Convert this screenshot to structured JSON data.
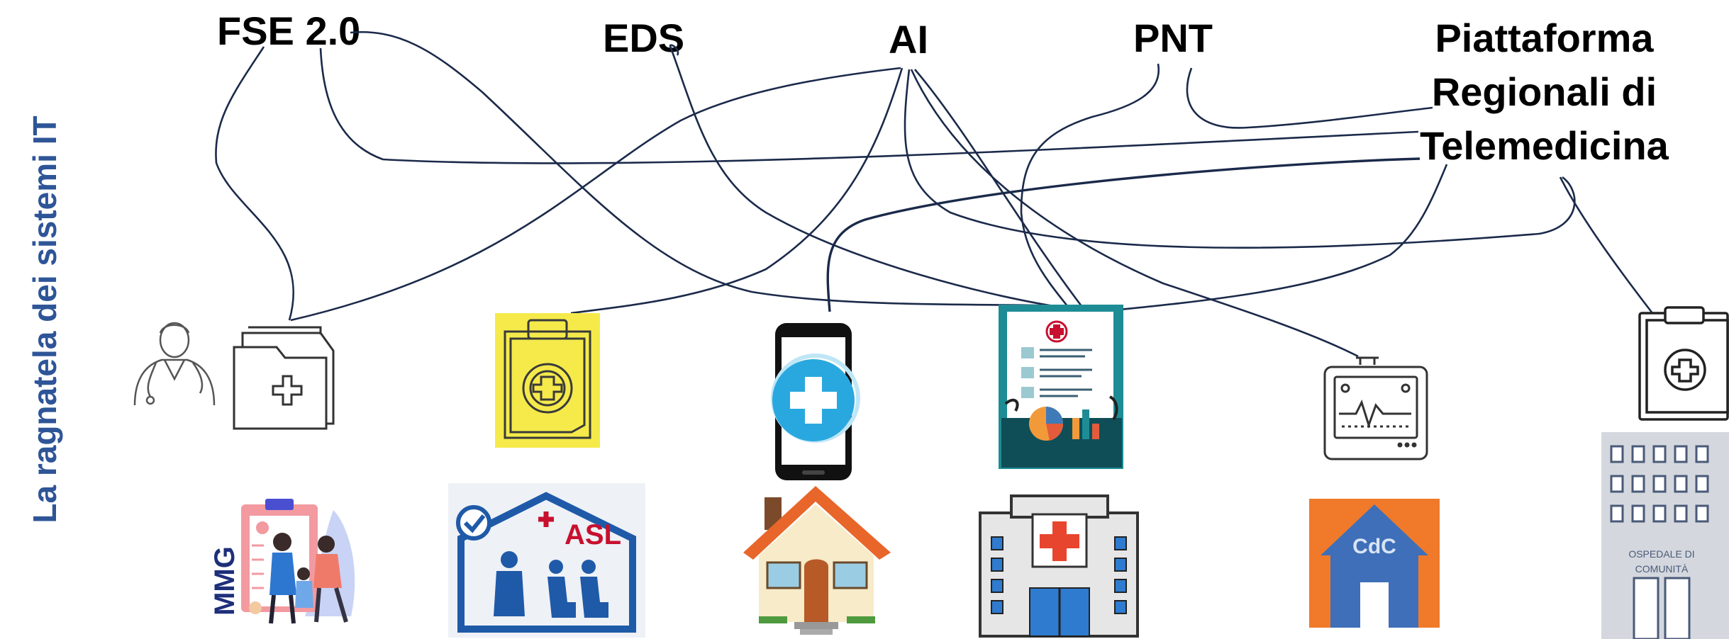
{
  "side_title": "La ragnatela dei sistemi IT",
  "systems": {
    "fse": "FSE 2.0",
    "eds": "EDS",
    "ai": "AI",
    "pnt": "PNT",
    "prt_line1": "Piattaforma",
    "prt_line2": "Regionali di",
    "prt_line3": "Telemedicina"
  },
  "icons": {
    "mmg_label": "MMG",
    "asl_label": "ASL",
    "cdc_label": "CdC",
    "ospedale_line1": "OSPEDALE DI",
    "ospedale_line2": "COMUNITÀ"
  },
  "colors": {
    "title_blue": "#2E5597",
    "line_navy": "#1B2A4A",
    "yellow": "#F5EA4A",
    "cyan": "#29A8DF",
    "cdc_orange": "#F07A2A",
    "cdc_blue": "#3E6FB8",
    "asl_red": "#C8102E"
  }
}
